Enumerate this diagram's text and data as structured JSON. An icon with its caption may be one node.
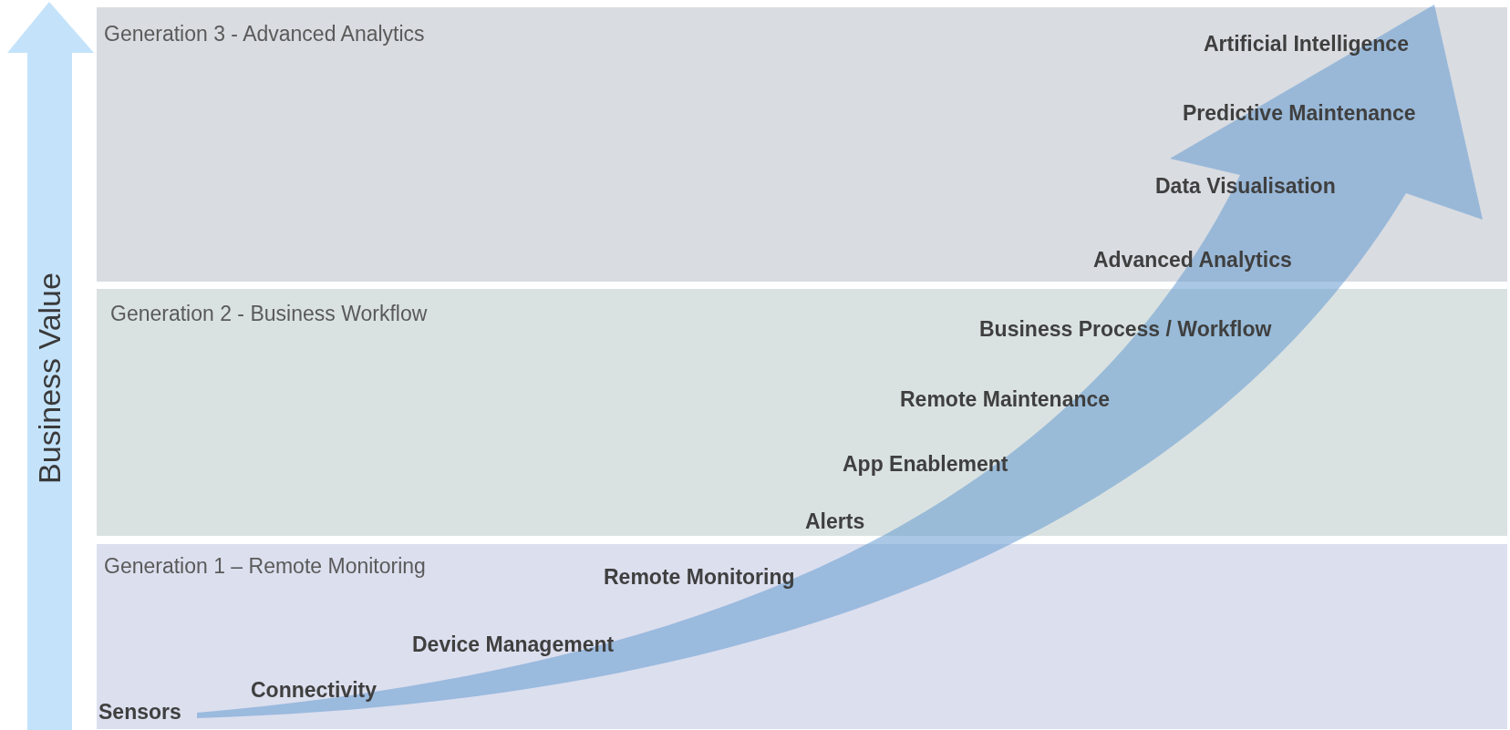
{
  "diagram": {
    "nodes": [
      {
        "text": [
          "Generation 3 - Advanced Analytics",
          "Artificial Intelligence",
          "Predictive Maintenance",
          "Data Visualisation",
          "Advanced Analytics"
        ]
      },
      {
        "text": [
          "Generation 2 - Business Workflow",
          "Business Process / Workflow",
          "Remote Maintenance",
          "App Enablement",
          "Alerts"
        ]
      },
      {
        "text": [
          "Generation 1 – Remote Monitoring",
          "Remote Monitoring",
          "Device Management",
          "Connectivity",
          "Sensors"
        ]
      }
    ],
    "edges": [
      {
        "from": 2,
        "to": 0,
        "arrow": "to"
      }
    ],
    "labels": [
      "Business Value"
    ]
  }
}
